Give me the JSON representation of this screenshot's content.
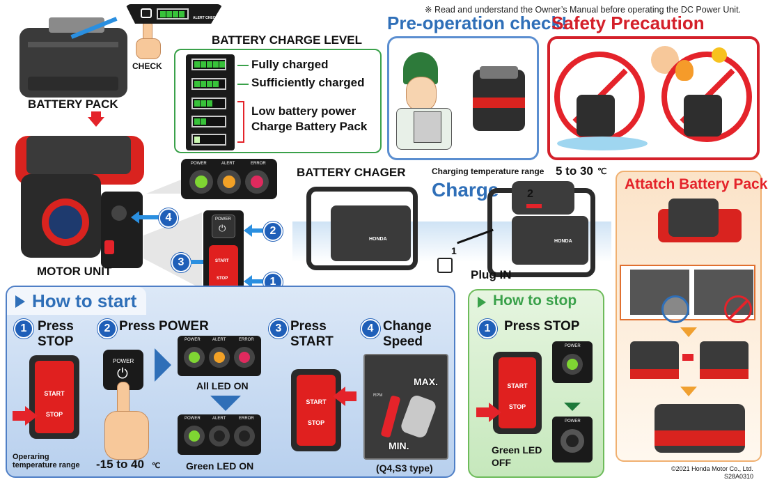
{
  "notice": "※ Read and understand the Owner’s Manual before operating the DC Power Unit.",
  "top_left": {
    "check_label": "CHECK",
    "battery_pack_label": "BATTERY PACK",
    "motor_unit_label": "MOTOR UNIT",
    "alert_check_label": "ALERT CHECK"
  },
  "charge_level": {
    "title": "BATTERY CHARGE LEVEL",
    "fully": "Fully charged",
    "sufficient": "Sufficiently charged",
    "low_line1": "Low battery power",
    "low_line2": "Charge Battery Pack",
    "levels": [
      5,
      4,
      3,
      2,
      1
    ]
  },
  "preop": {
    "title": "Pre-operation check!"
  },
  "safety": {
    "title": "Safety Precaution"
  },
  "led_panel": {
    "power": "POWER",
    "alert": "ALERT",
    "error": "ERROR"
  },
  "callouts": {
    "n1": "1",
    "n2": "2",
    "n3": "3",
    "n4": "4"
  },
  "switch": {
    "power": "POWER",
    "start": "START",
    "stop": "STOP"
  },
  "charger": {
    "title": "BATTERY CHAGER",
    "temp_label": "Charging temperature range",
    "temp_value": "5 to 30",
    "temp_unit": "℃",
    "charge_title": "Charge",
    "plug_in": "Plug IN",
    "step1": "1",
    "step2": "2",
    "brand": "HONDA"
  },
  "attach": {
    "title": "Attatch Battery Pack"
  },
  "how_to_start": {
    "title": "How to start",
    "step1_num": "1",
    "step1_label_a": "Press",
    "step1_label_b": "STOP",
    "step2_num": "2",
    "step2_label": "Press POWER",
    "step3_num": "3",
    "step3_label_a": "Press",
    "step3_label_b": "START",
    "step4_num": "4",
    "step4_label_a": "Change",
    "step4_label_b": "Speed",
    "all_led_on": "All LED ON",
    "green_led_on": "Green LED ON",
    "temp_label_a": "Operaring",
    "temp_label_b": "temperature range",
    "temp_value": "-15 to 40",
    "temp_unit": "℃",
    "max": "MAX.",
    "min": "MIN.",
    "rpm": "RPM",
    "type_note": "(Q4,S3 type)"
  },
  "how_to_stop": {
    "title": "How to stop",
    "step_num": "1",
    "step_label": "Press STOP",
    "green_led_a": "Green LED",
    "green_led_b": "OFF"
  },
  "footer": {
    "copyright": "©2021 Honda Motor Co., Ltd.",
    "code": "S28A0310"
  },
  "colors": {
    "blue": "#1f5fb8",
    "red": "#e4232a",
    "green": "#3aa14a",
    "orange": "#f08a2a"
  }
}
